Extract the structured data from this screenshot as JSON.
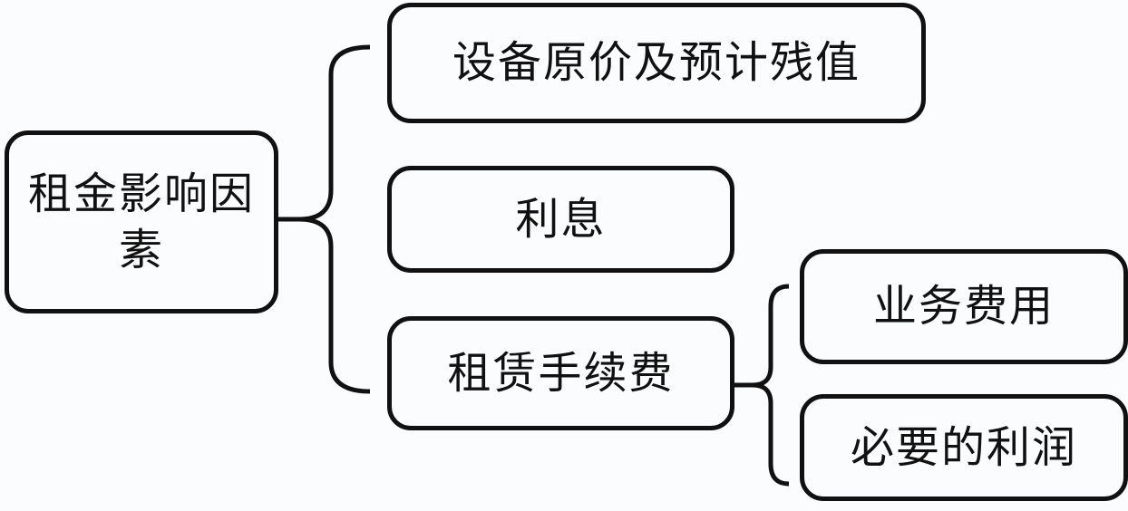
{
  "diagram": {
    "type": "mind-map",
    "root": {
      "label": "租金影响因素"
    },
    "children": [
      {
        "label": "设备原价及预计残值"
      },
      {
        "label": "利息"
      },
      {
        "label": "租赁手续费",
        "children": [
          {
            "label": "业务费用"
          },
          {
            "label": "必要的利润"
          }
        ]
      }
    ]
  },
  "colors": {
    "background": "#fbfcfe",
    "stroke": "#111111",
    "text": "#111111"
  }
}
